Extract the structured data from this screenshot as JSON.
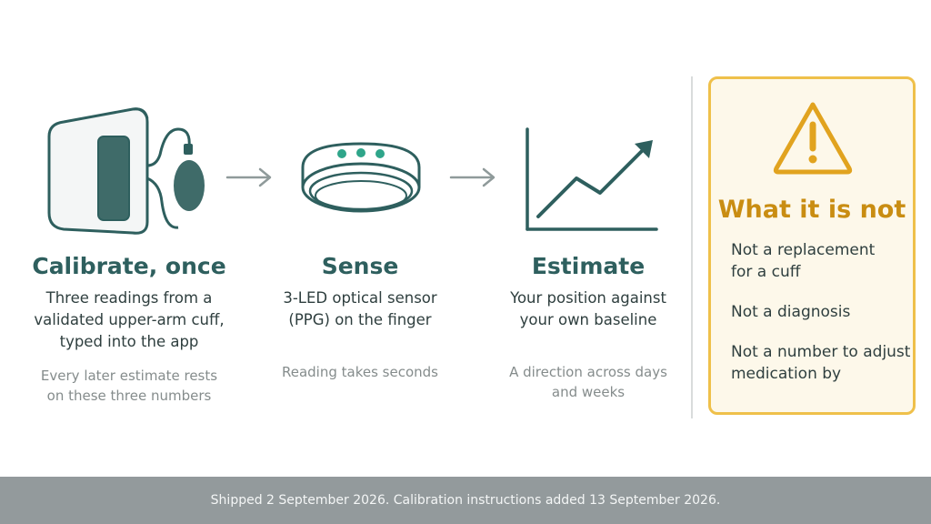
{
  "steps": [
    {
      "title": "Calibrate, once",
      "description_lines": [
        "Three readings from a",
        "validated upper-arm cuff,",
        "typed into the app"
      ],
      "note_lines": [
        "Every later estimate rests",
        "on these three numbers"
      ],
      "icon": "blood-pressure-cuff-icon"
    },
    {
      "title": "Sense",
      "description_lines": [
        "3-LED optical sensor",
        "(PPG) on the finger"
      ],
      "note_lines": [
        "Reading takes seconds"
      ],
      "icon": "smart-ring-icon"
    },
    {
      "title": "Estimate",
      "description_lines": [
        "Your position against",
        "your own baseline"
      ],
      "note_lines": [
        "A direction across days",
        "and weeks"
      ],
      "icon": "trend-chart-icon"
    }
  ],
  "flow_icon": "arrow-right-icon",
  "warning": {
    "icon": "warning-triangle-icon",
    "title": "What it is not",
    "items": [
      [
        "Not a replacement",
        "for a cuff"
      ],
      [
        "Not a diagnosis"
      ],
      [
        "Not a number to adjust",
        "medication by"
      ]
    ]
  },
  "footer": "Shipped 2 September 2026. Calibration instructions added 13 September 2026.",
  "colors": {
    "teal": "#2e5f5e",
    "led_green": "#2fa58a",
    "warning_amber": "#e1a31f",
    "warning_bg": "#fdf8ea",
    "footer_bg": "#939a9c"
  }
}
